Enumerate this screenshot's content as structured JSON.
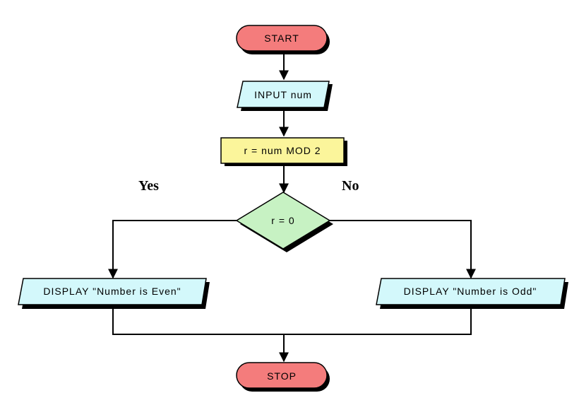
{
  "nodes": {
    "start": {
      "label": "START",
      "color": "#f47c7c"
    },
    "input": {
      "label": "INPUT num",
      "color": "#d3f8fb"
    },
    "process": {
      "label": "r = num MOD 2",
      "color": "#fbf59b"
    },
    "decision": {
      "label": "r = 0",
      "color": "#c7f2c3"
    },
    "display_even": {
      "label": "DISPLAY \"Number is Even\"",
      "color": "#d3f8fb"
    },
    "display_odd": {
      "label": "DISPLAY \"Number is Odd\"",
      "color": "#d3f8fb"
    },
    "stop": {
      "label": "STOP",
      "color": "#f47c7c"
    }
  },
  "branches": {
    "yes_label": "Yes",
    "no_label": "No"
  }
}
